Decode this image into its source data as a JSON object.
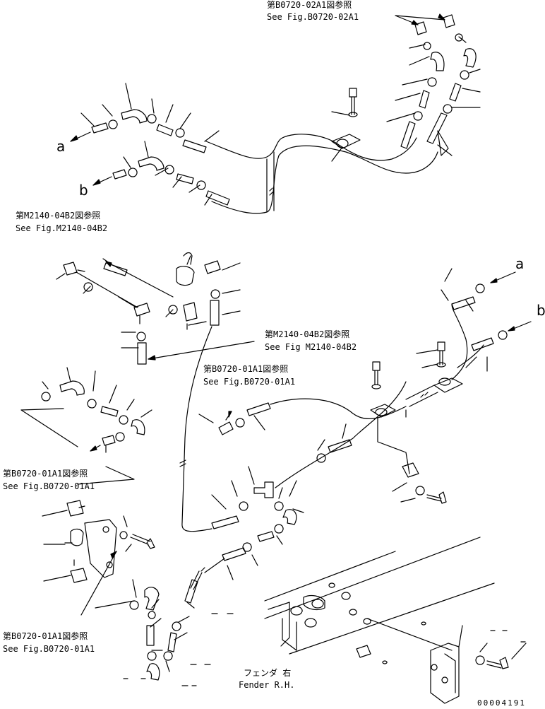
{
  "refs": {
    "r1_jp": "第B0720-02A1図参照",
    "r1_en": "See Fig.B0720-02A1",
    "r2_jp": "第M2140-04B2図参照",
    "r2_en": "See Fig.M2140-04B2",
    "r3_jp": "第M2140-04B2図参照",
    "r3_en": "See Fig M2140-04B2",
    "r4_jp": "第B0720-01A1図参照",
    "r4_en": "See Fig.B0720-01A1",
    "r5_jp": "第B0720-01A1図参照",
    "r5_en": "See Fig.B0720-01A1",
    "r6_jp": "第B0720-01A1図参照",
    "r6_en": "See Fig.B0720-01A1"
  },
  "letters": {
    "a_left": "a",
    "b_left": "b",
    "a_right": "a",
    "b_right": "b"
  },
  "fender": {
    "jp": "フェンダ 右",
    "en": "Fender R.H."
  },
  "drawing_code": "00004191"
}
